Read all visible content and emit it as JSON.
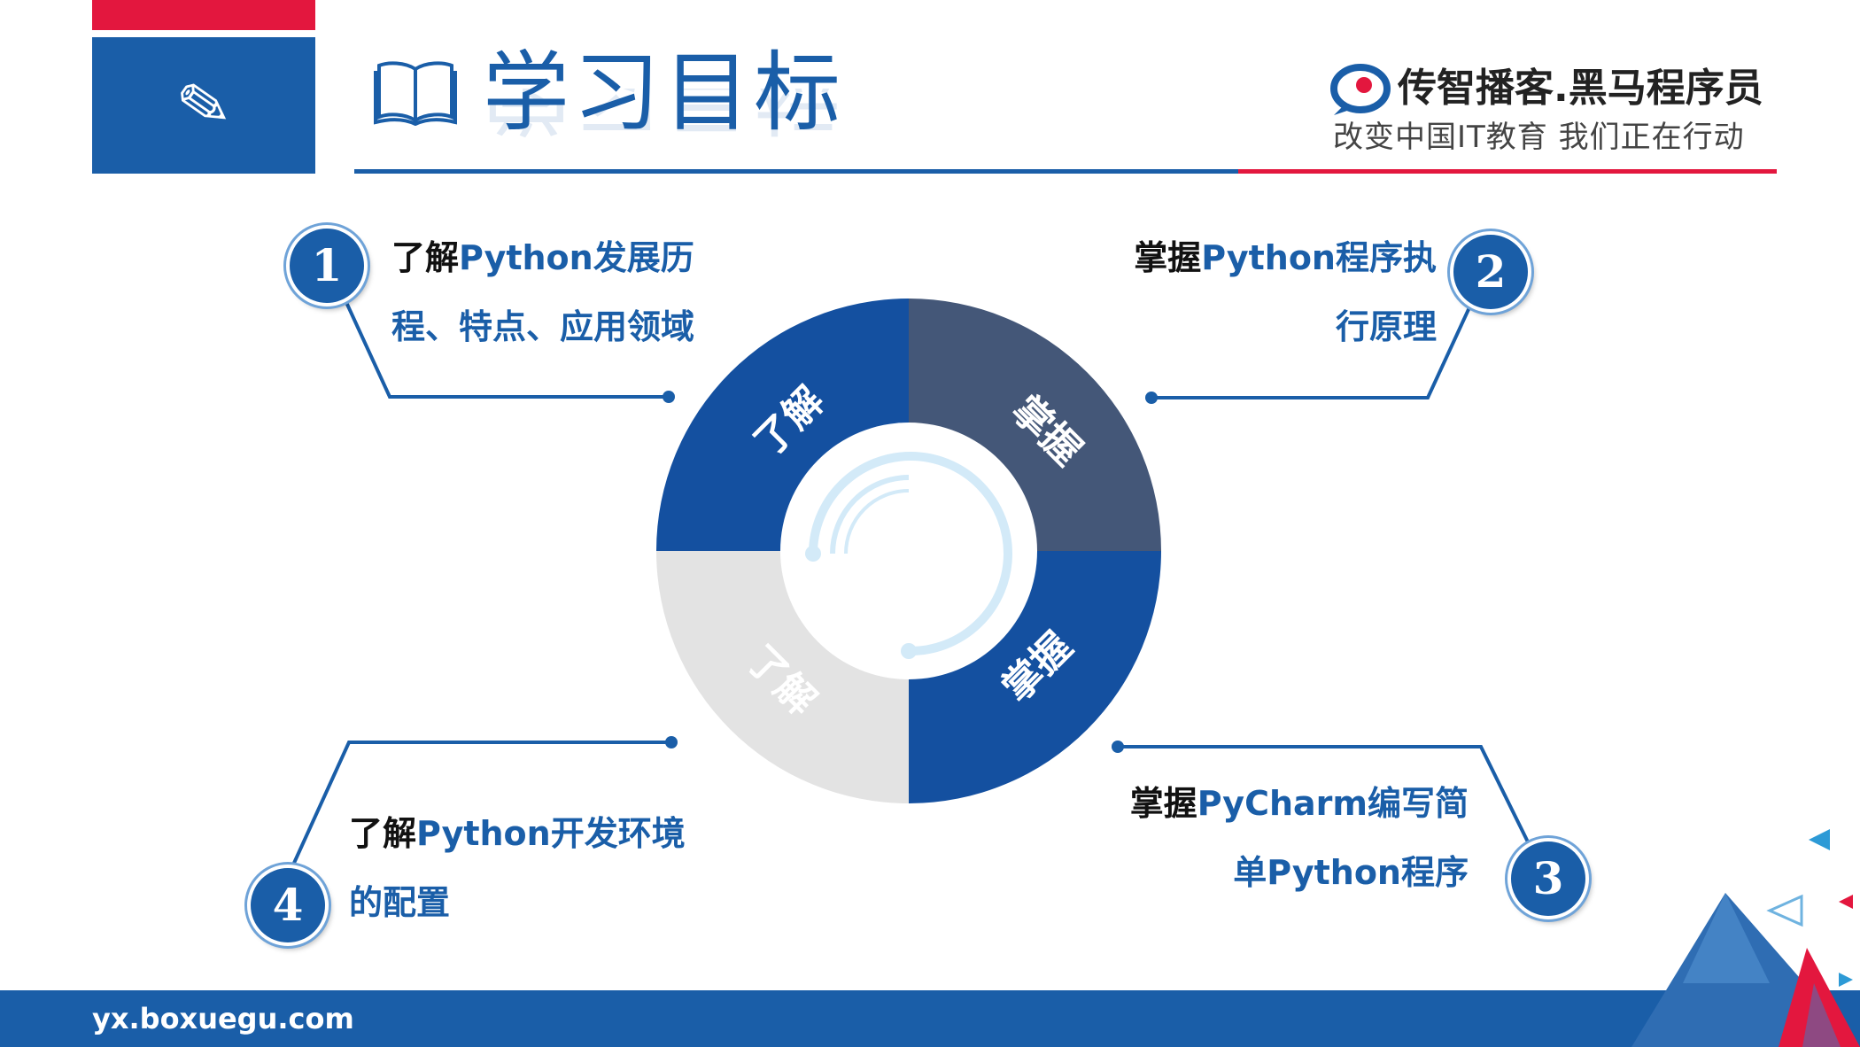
{
  "header": {
    "title": "学习目标",
    "icon": "pencil-icon",
    "book_icon": "book-icon"
  },
  "brand": {
    "name": "传智播客.黑马程序员",
    "slogan": "改变中国IT教育 我们正在行动"
  },
  "donut": {
    "segments": [
      {
        "label": "了解",
        "color": "#1450A0"
      },
      {
        "label": "掌握",
        "color": "#445778"
      },
      {
        "label": "掌握",
        "color": "#1450A0"
      },
      {
        "label": "了解",
        "color": "#E3E3E3"
      }
    ]
  },
  "objectives": [
    {
      "number": "1",
      "verb": "了解",
      "line1_rest": "Python发展历",
      "line2": "程、特点、应用领域"
    },
    {
      "number": "2",
      "verb": "掌握",
      "line1_rest": "Python程序执",
      "line2": "行原理"
    },
    {
      "number": "3",
      "verb": "掌握",
      "line1_rest": "PyCharm编写简",
      "line2": "单Python程序"
    },
    {
      "number": "4",
      "verb": "了解",
      "line1_rest": "Python开发环境",
      "line2": "的配置"
    }
  ],
  "footer": {
    "url": "yx.boxuegu.com"
  },
  "colors": {
    "primary_blue": "#1A5EA8",
    "accent_red": "#E3173E",
    "slate": "#445778",
    "light_gray": "#E3E3E3"
  }
}
